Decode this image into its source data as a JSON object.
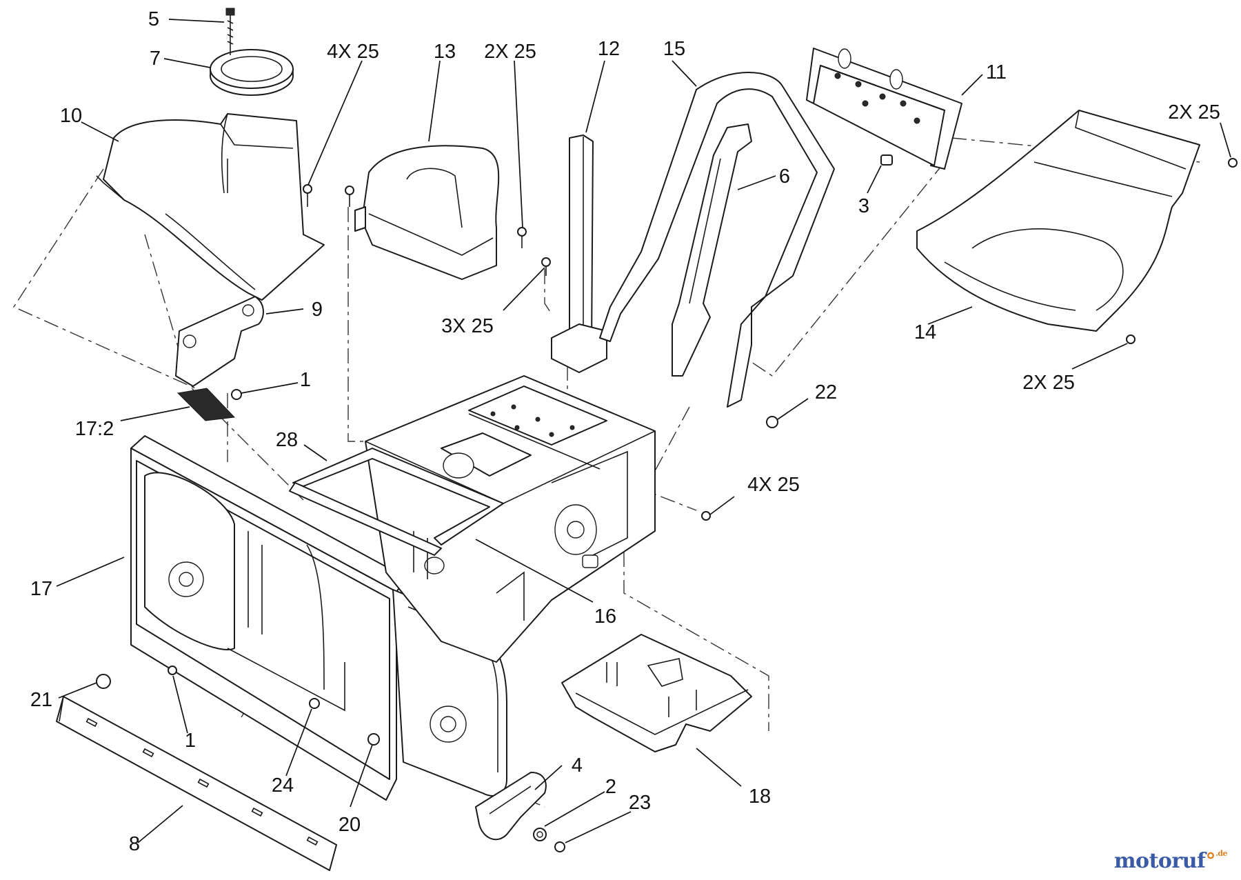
{
  "callouts": [
    {
      "id": "c5",
      "text": "5"
    },
    {
      "id": "c7",
      "text": "7"
    },
    {
      "id": "c4x25a",
      "text": "4X 25"
    },
    {
      "id": "c13",
      "text": "13"
    },
    {
      "id": "c2x25a",
      "text": "2X 25"
    },
    {
      "id": "c12",
      "text": "12"
    },
    {
      "id": "c15",
      "text": "15"
    },
    {
      "id": "c11",
      "text": "11"
    },
    {
      "id": "c2x25b",
      "text": "2X 25"
    },
    {
      "id": "c10",
      "text": "10"
    },
    {
      "id": "c6",
      "text": "6"
    },
    {
      "id": "c3",
      "text": "3"
    },
    {
      "id": "c9",
      "text": "9"
    },
    {
      "id": "c3x25",
      "text": "3X 25"
    },
    {
      "id": "c1a",
      "text": "1"
    },
    {
      "id": "c14",
      "text": "14"
    },
    {
      "id": "c2x25c",
      "text": "2X 25"
    },
    {
      "id": "c22",
      "text": "22"
    },
    {
      "id": "c17_2",
      "text": "17:2"
    },
    {
      "id": "c28",
      "text": "28"
    },
    {
      "id": "c4x25b",
      "text": "4X 25"
    },
    {
      "id": "c17",
      "text": "17"
    },
    {
      "id": "c16",
      "text": "16"
    },
    {
      "id": "c21",
      "text": "21"
    },
    {
      "id": "c1b",
      "text": "1"
    },
    {
      "id": "c24",
      "text": "24"
    },
    {
      "id": "c4",
      "text": "4"
    },
    {
      "id": "c2",
      "text": "2"
    },
    {
      "id": "c23",
      "text": "23"
    },
    {
      "id": "c18",
      "text": "18"
    },
    {
      "id": "c8",
      "text": "8"
    },
    {
      "id": "c20",
      "text": "20"
    }
  ],
  "watermark": {
    "main": "motoruf",
    "accent": "°",
    "tld": ".de"
  }
}
